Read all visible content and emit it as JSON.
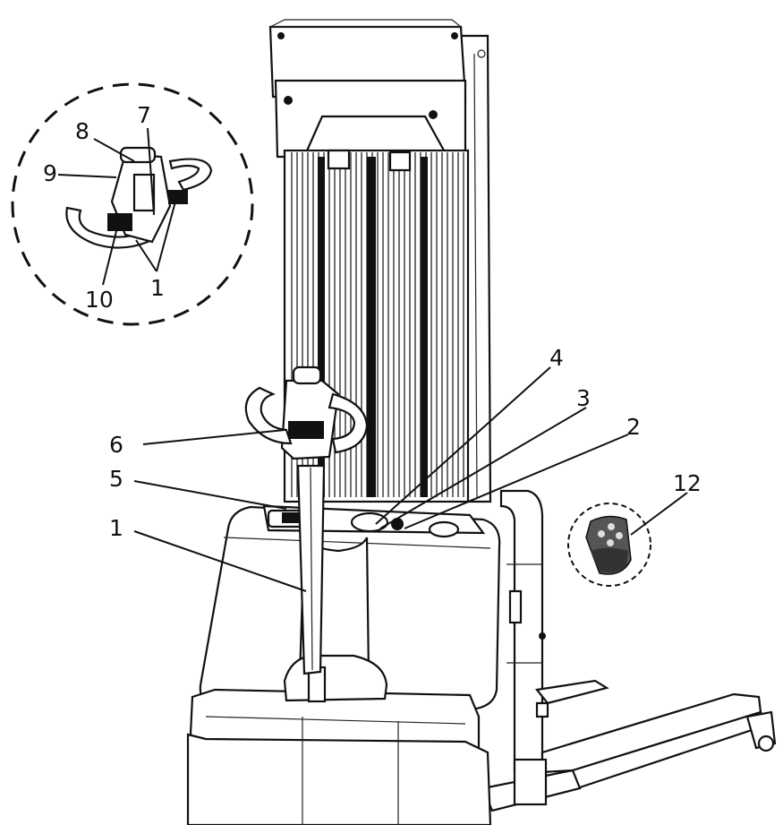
{
  "callouts": {
    "c1_detail": "1",
    "c7": "7",
    "c8": "8",
    "c9": "9",
    "c10": "10",
    "c4": "4",
    "c3": "3",
    "c2": "2",
    "c6": "6",
    "c5": "5",
    "c1_main": "1",
    "c12": "12"
  }
}
